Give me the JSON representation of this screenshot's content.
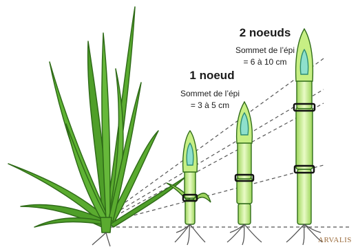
{
  "labels": {
    "stage_1": {
      "title": "1 noeud",
      "caption_line1": "Sommet de l’épi",
      "caption_line2": "= 3 à 5 cm"
    },
    "stage_2": {
      "title": "2 noeuds",
      "caption_line1": "Sommet de l’épi",
      "caption_line2": "= 6 à 10 cm"
    }
  },
  "logo": {
    "text": "ARVALIS"
  },
  "colors": {
    "leaf_fill": "#5aab2f",
    "leaf_dark": "#2f6b18",
    "stem_light": "#c4ee7e",
    "stem_pale": "#e6f8c0",
    "ear": "#86dcc8",
    "node_ring": "#111111",
    "root": "#555555",
    "dash": "#555555",
    "logo": "#9a6a3a"
  }
}
